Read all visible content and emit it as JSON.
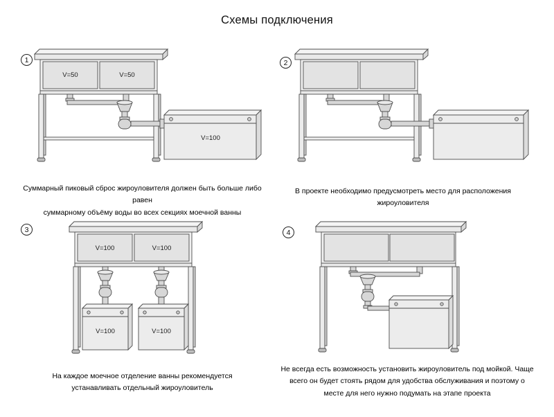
{
  "title": "Схемы подключения",
  "palette": {
    "line": "#4d4d4d",
    "metal_light": "#f3f3f3",
    "metal_mid": "#ececec",
    "metal_dark": "#d7d7d7"
  },
  "diagrams": [
    {
      "number": "1",
      "sink_sections": [
        "V=50",
        "V=50"
      ],
      "grease_traps": [
        "V=100"
      ],
      "caption_lines": [
        "Суммарный пиковый сброс жироуловителя должен быть больше либо равен",
        "суммарному объёму воды во всех секциях моечной ванны"
      ]
    },
    {
      "number": "2",
      "sink_sections": [
        "",
        ""
      ],
      "grease_traps": [
        ""
      ],
      "caption_lines": [
        "В проекте необходимо предусмотреть место для расположения жироуловителя"
      ]
    },
    {
      "number": "3",
      "sink_sections": [
        "V=100",
        "V=100"
      ],
      "grease_traps": [
        "V=100",
        "V=100"
      ],
      "caption_lines": [
        "На каждое моечное отделение ванны рекомендуется",
        "устанавливать отдельный жироуловитель"
      ]
    },
    {
      "number": "4",
      "sink_sections": [
        "",
        ""
      ],
      "grease_traps": [
        ""
      ],
      "caption_lines": [
        "Не всегда есть возможность установить жироуловитель под мойкой. Чаще",
        "всего он будет стоять рядом для удобства обслуживания и поэтому о",
        "месте для него нужно подумать на этапе проекта"
      ]
    }
  ]
}
